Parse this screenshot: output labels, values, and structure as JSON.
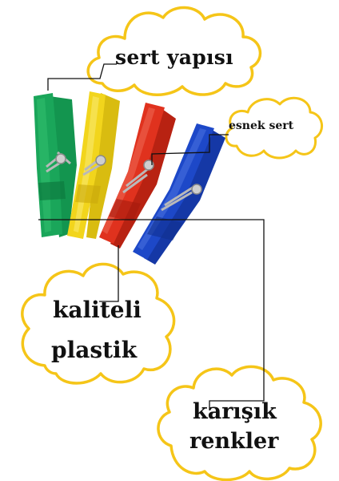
{
  "labels": {
    "hard_structure": "sert yapısı",
    "flexible_hard": "esnek sert",
    "quality_line1": "kaliteli",
    "quality_line2": "plastik",
    "mixed_line1": "karışık",
    "mixed_line2": "renkler"
  },
  "colors": {
    "cloud_outline": "#f5c518",
    "leader_line": "#111111",
    "clip_green": "#1aa65a",
    "clip_yellow": "#f2d51c",
    "clip_red": "#e0321e",
    "clip_blue": "#1d48c8",
    "spring_metal": "#b9b9b9"
  }
}
